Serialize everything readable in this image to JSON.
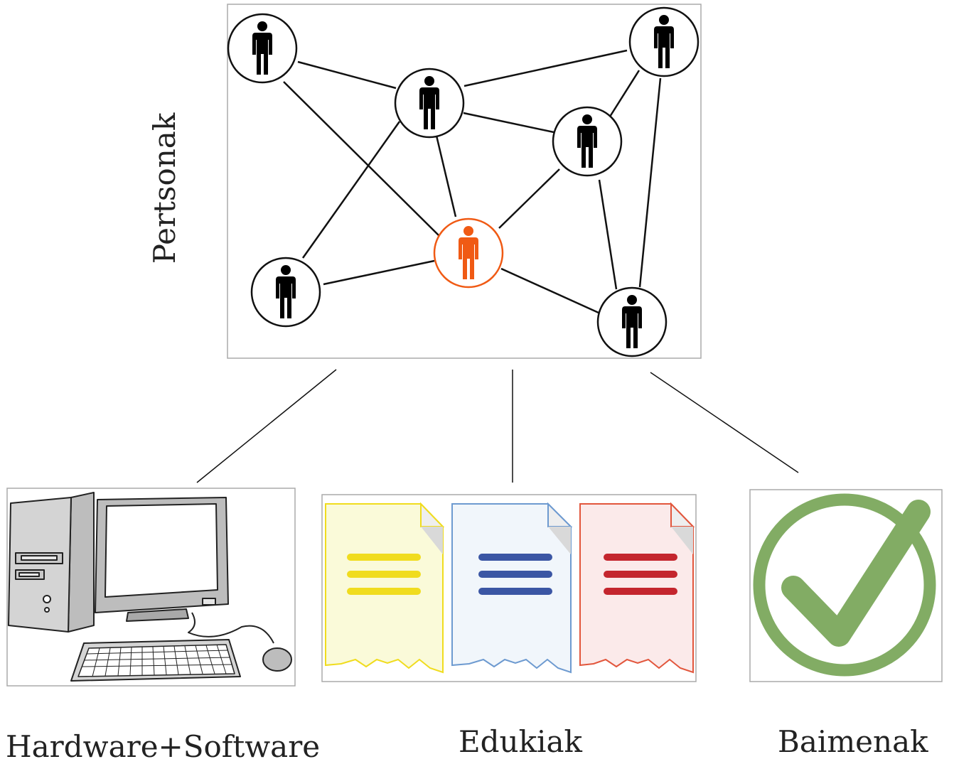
{
  "labels": {
    "people": "Pertsonak",
    "hardware": "Hardware+Software",
    "contents": "Edukiak",
    "permissions": "Baimenak"
  },
  "colors": {
    "highlight_person": "#f05a14",
    "person": "#000000",
    "permission_green": "#82ac64",
    "doc_yellow": "#f0dc1e",
    "doc_blue": "#3b56a4",
    "doc_red": "#c4262e"
  },
  "icons": [
    "person-icon",
    "computer-icon",
    "document-icon",
    "checkmark-icon"
  ]
}
